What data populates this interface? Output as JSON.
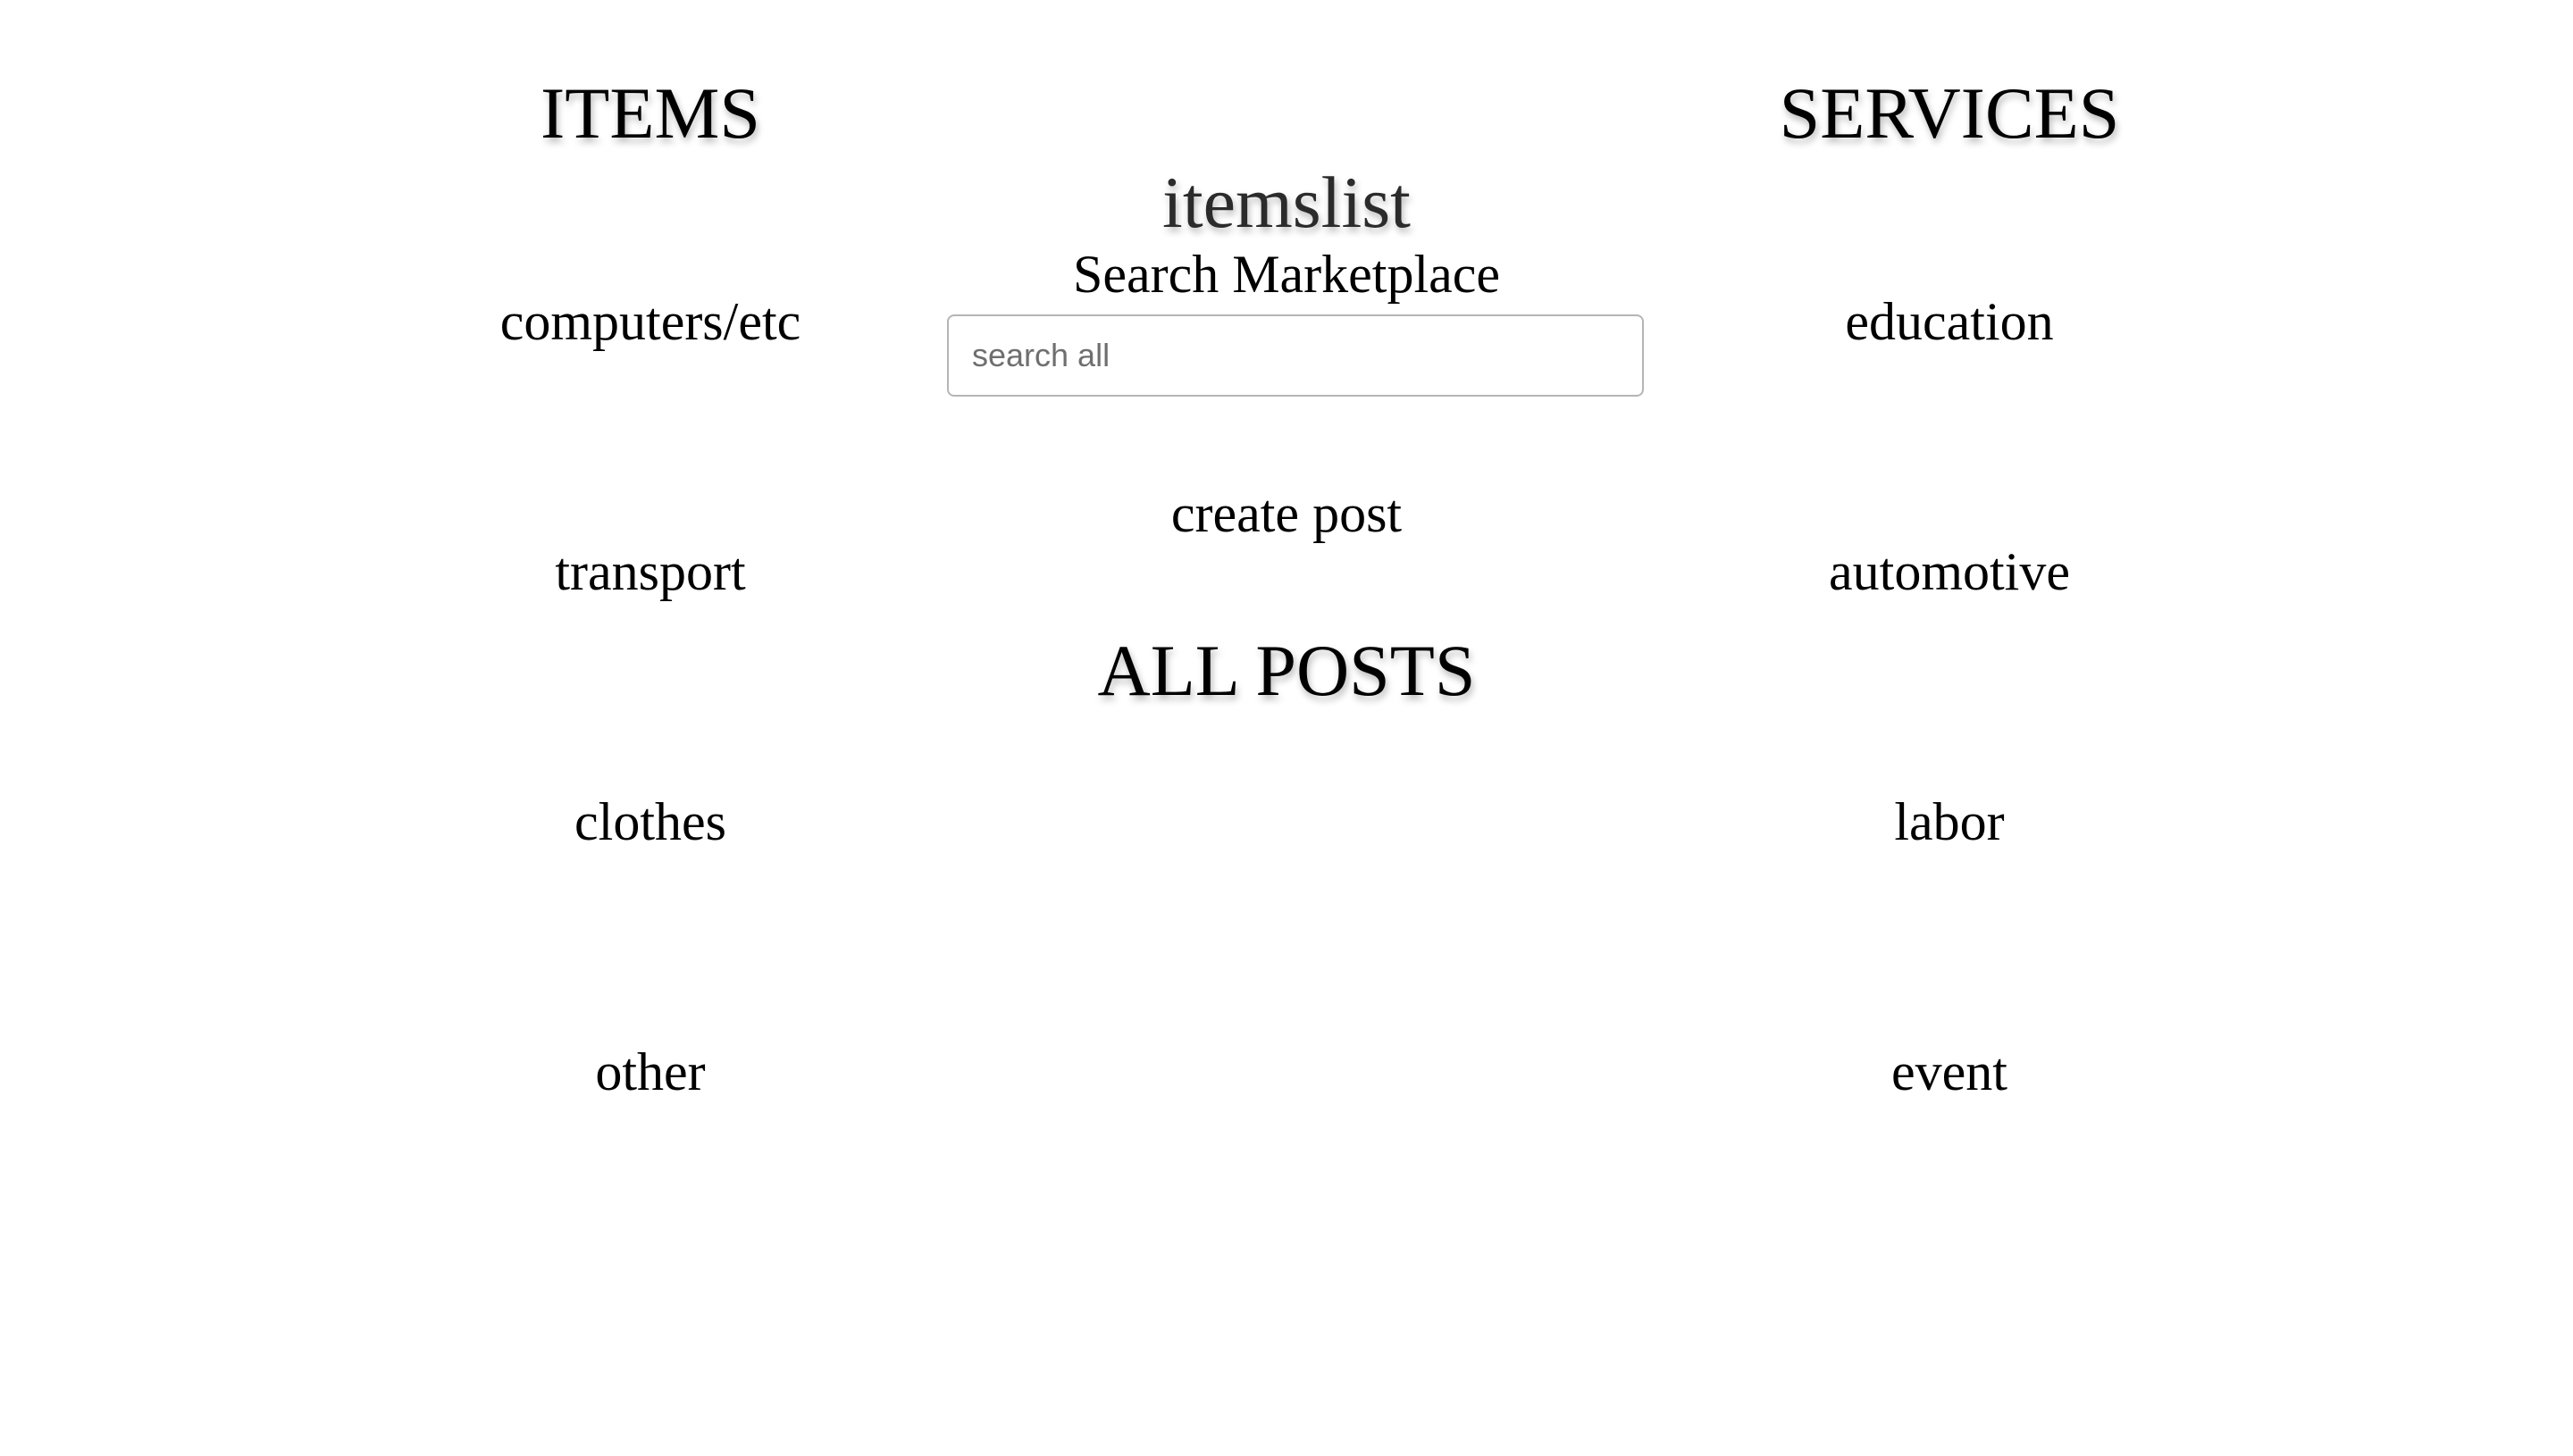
{
  "items_section": {
    "heading": "ITEMS",
    "categories": [
      "computers/etc",
      "transport",
      "clothes",
      "other"
    ]
  },
  "services_section": {
    "heading": "SERVICES",
    "categories": [
      "education",
      "automotive",
      "labor",
      "event"
    ]
  },
  "center": {
    "logo": "itemslist",
    "search_label": "Search Marketplace",
    "search_placeholder": "search all",
    "create_post": "create post",
    "all_posts": "ALL POSTS"
  }
}
